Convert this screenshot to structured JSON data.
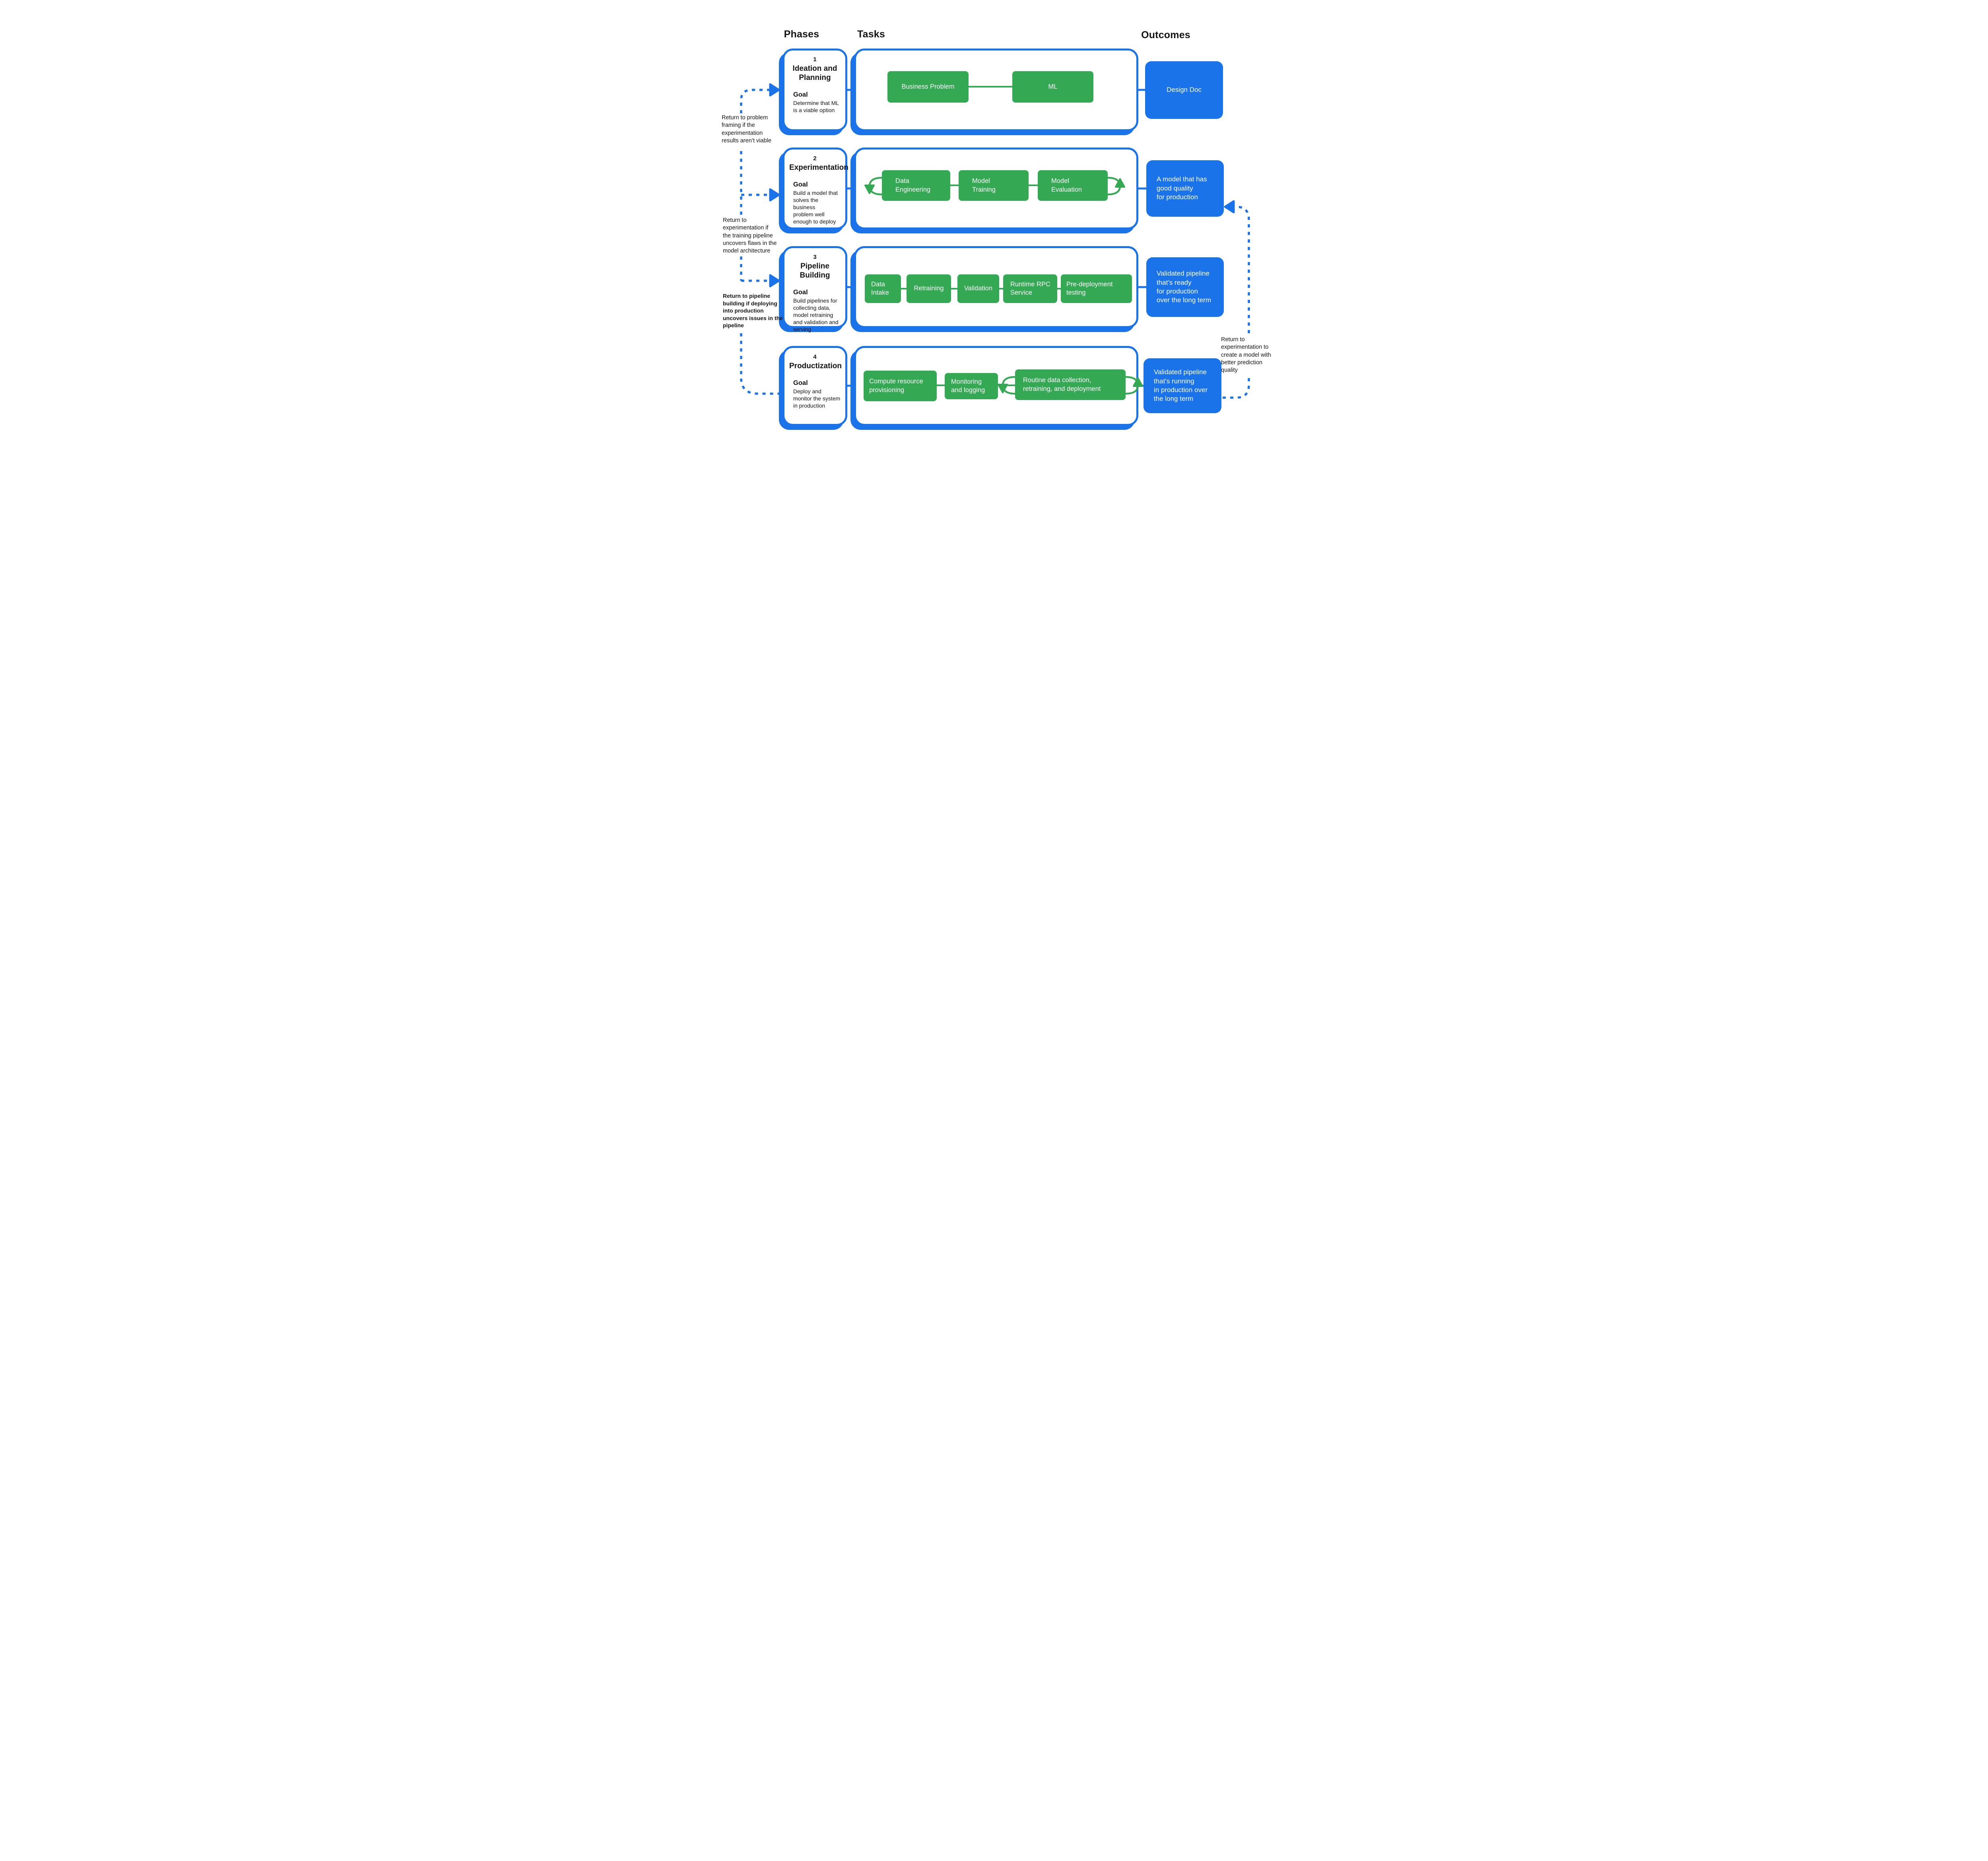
{
  "headers": {
    "phases": "Phases",
    "tasks": "Tasks",
    "outcomes": "Outcomes"
  },
  "colors": {
    "blue": "#1a73e8",
    "green": "#34a853"
  },
  "phases": [
    {
      "number": "1",
      "title": "Ideation and\nPlanning",
      "goal_label": "Goal",
      "goal": "Determine that ML\nis a viable option"
    },
    {
      "number": "2",
      "title": "Experimentation",
      "goal_label": "Goal",
      "goal": "Build a model that\nsolves the business\nproblem well\nenough to deploy"
    },
    {
      "number": "3",
      "title": "Pipeline Building",
      "goal_label": "Goal",
      "goal": "Build pipelines for\ncollecting data,\nmodel retraining\nand validation and\nserving"
    },
    {
      "number": "4",
      "title": "Productization",
      "goal_label": "Goal",
      "goal": "Deploy and\nmonitor the system\nin production"
    }
  ],
  "tasks": {
    "row1": [
      "Business Problem",
      "ML"
    ],
    "row2": [
      "Data\nEngineering",
      "Model\nTraining",
      "Model\nEvaluation"
    ],
    "row3": [
      "Data\nIntake",
      "Retraining",
      "Validation",
      "Runtime RPC\nService",
      "Pre-deployment\ntesting"
    ],
    "row4": [
      "Compute  resource\nprovisioning",
      "Monitoring\nand logging",
      "Routine data collection,\nretraining, and deployment"
    ]
  },
  "outcomes": [
    "Design Doc",
    "A model that has\ngood quality\nfor production",
    "Validated pipeline\nthat’s ready\nfor production\nover the long term",
    "Validated pipeline\nthat’s running\nin production over\nthe long term"
  ],
  "annotations": {
    "left1": "Return to problem\nframing if the\nexperimentation\nresults aren’t viable",
    "left2": "Return to\nexperimentation if\nthe training pipeline\nuncovers flaws in the\nmodel architecture",
    "left3": "Return to pipeline\nbuilding if deploying\ninto production\nuncovers issues in the\npipeline",
    "right": "Return to\nexperimentation to\ncreate a model with\nbetter prediction\nquality"
  }
}
